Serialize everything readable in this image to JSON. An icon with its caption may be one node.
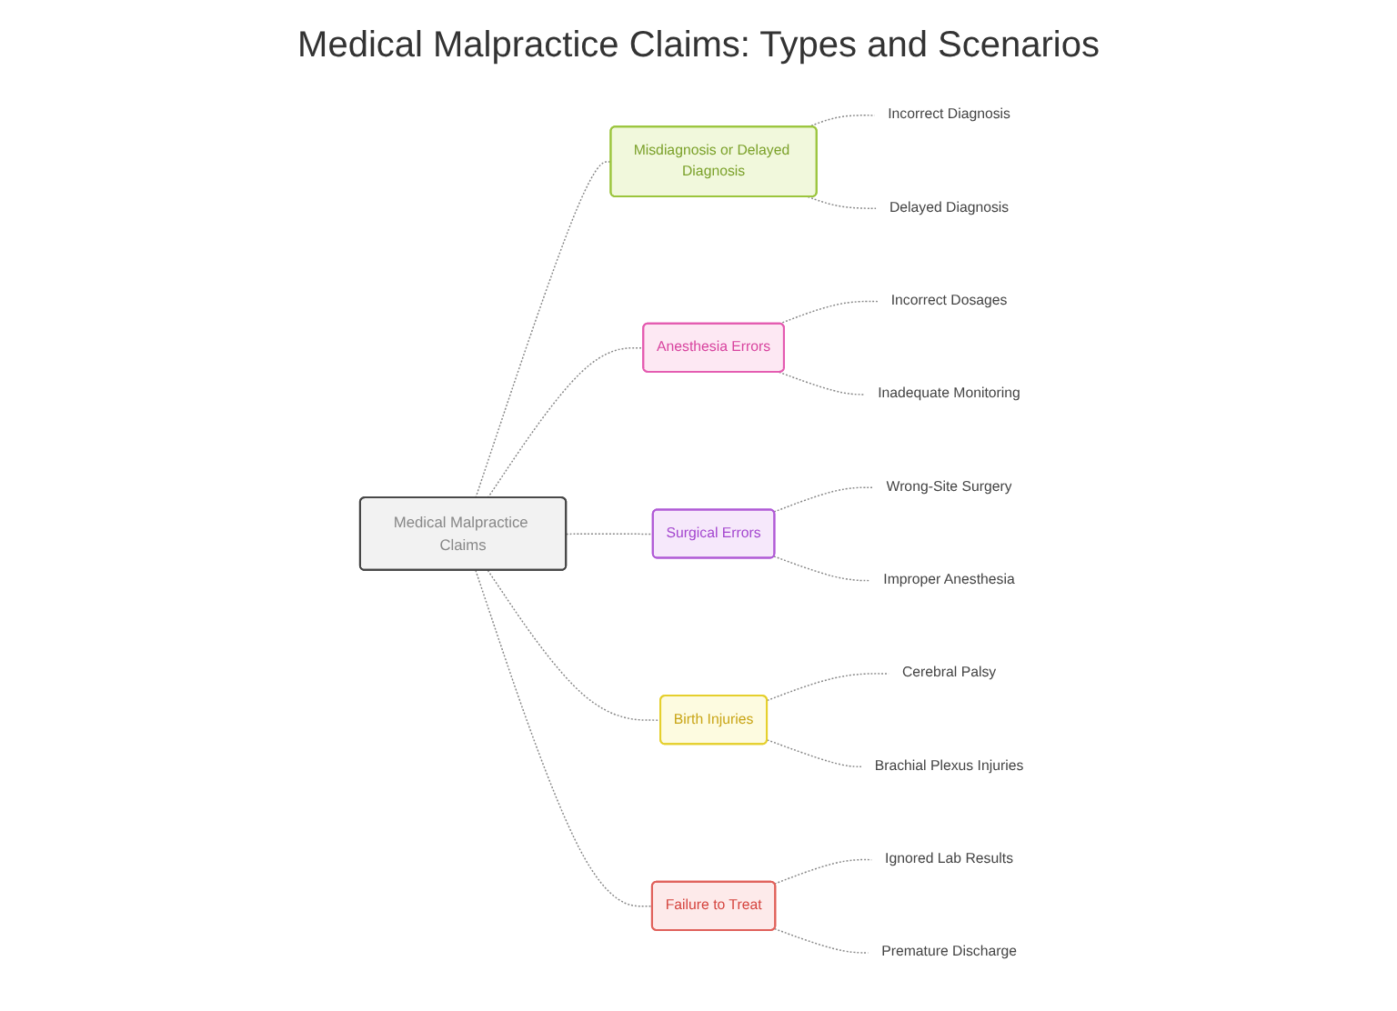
{
  "diagram": {
    "title": "Medical Malpractice Claims: Types and Scenarios",
    "nodes": [
      {
        "text": [
          "Medical Malpractice Claims"
        ]
      },
      {
        "text": [
          "Misdiagnosis or Delayed Diagnosis"
        ]
      },
      {
        "text": [
          "Incorrect Diagnosis"
        ]
      },
      {
        "text": [
          "Delayed Diagnosis"
        ]
      },
      {
        "text": [
          "Anesthesia Errors"
        ]
      },
      {
        "text": [
          "Incorrect Dosages"
        ]
      },
      {
        "text": [
          "Inadequate Monitoring"
        ]
      },
      {
        "text": [
          "Surgical Errors"
        ]
      },
      {
        "text": [
          "Wrong-Site Surgery"
        ]
      },
      {
        "text": [
          "Improper Anesthesia"
        ]
      },
      {
        "text": [
          "Birth Injuries"
        ]
      },
      {
        "text": [
          "Cerebral Palsy"
        ]
      },
      {
        "text": [
          "Brachial Plexus Injuries"
        ]
      },
      {
        "text": [
          "Failure to Treat"
        ]
      },
      {
        "text": [
          "Ignored Lab Results"
        ]
      },
      {
        "text": [
          "Premature Discharge"
        ]
      }
    ],
    "edges": [
      {
        "from": 0,
        "to": 1,
        "arrow": "none",
        "style": "dashed"
      },
      {
        "from": 1,
        "to": 2,
        "arrow": "none",
        "style": "dashed"
      },
      {
        "from": 1,
        "to": 3,
        "arrow": "none",
        "style": "dashed"
      },
      {
        "from": 0,
        "to": 4,
        "arrow": "none",
        "style": "dashed"
      },
      {
        "from": 4,
        "to": 5,
        "arrow": "none",
        "style": "dashed"
      },
      {
        "from": 4,
        "to": 6,
        "arrow": "none",
        "style": "dashed"
      },
      {
        "from": 0,
        "to": 7,
        "arrow": "none",
        "style": "dashed"
      },
      {
        "from": 7,
        "to": 8,
        "arrow": "none",
        "style": "dashed"
      },
      {
        "from": 7,
        "to": 9,
        "arrow": "none",
        "style": "dashed"
      },
      {
        "from": 0,
        "to": 10,
        "arrow": "none",
        "style": "dashed"
      },
      {
        "from": 10,
        "to": 11,
        "arrow": "none",
        "style": "dashed"
      },
      {
        "from": 10,
        "to": 12,
        "arrow": "none",
        "style": "dashed"
      },
      {
        "from": 0,
        "to": 13,
        "arrow": "none",
        "style": "dashed"
      },
      {
        "from": 13,
        "to": 14,
        "arrow": "none",
        "style": "dashed"
      },
      {
        "from": 13,
        "to": 15,
        "arrow": "none",
        "style": "dashed"
      }
    ]
  }
}
